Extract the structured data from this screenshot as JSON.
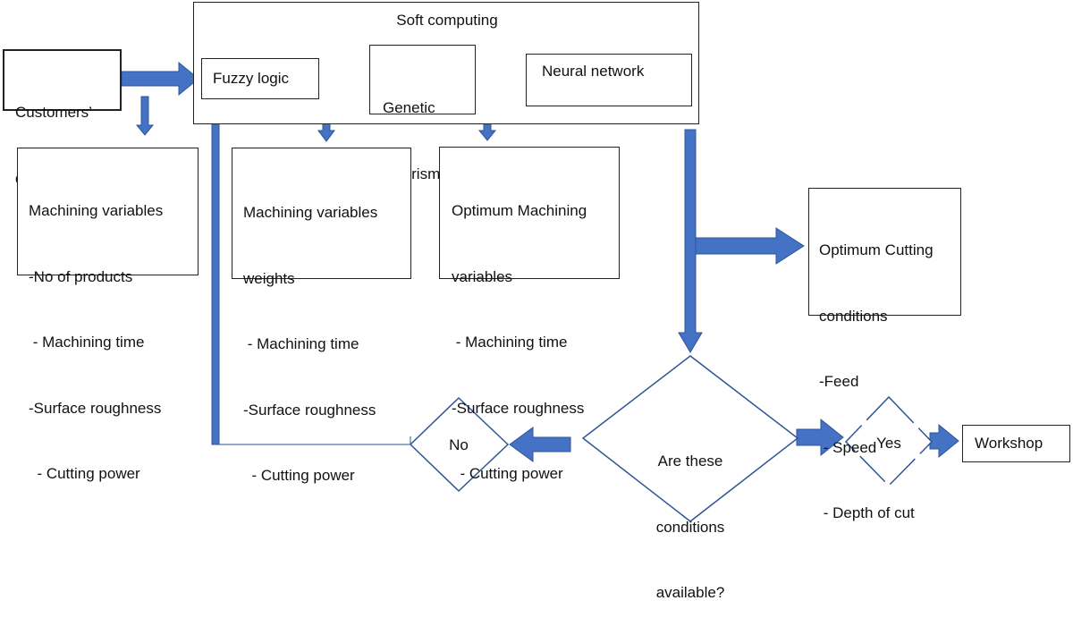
{
  "soft_computing": {
    "title": "Soft computing"
  },
  "customers": {
    "lines": [
      "Customers’",
      "demands"
    ]
  },
  "fuzzy": {
    "label": "Fuzzy logic"
  },
  "genetic": {
    "lines": [
      "Genetic",
      "algorism"
    ]
  },
  "neural": {
    "label": "Neural network"
  },
  "machining_variables": {
    "title": "Machining variables",
    "items": [
      "-No of products",
      " - Machining time",
      "-Surface roughness",
      "  - Cutting power"
    ]
  },
  "variable_weights": {
    "title_lines": [
      "Machining variables",
      "weights"
    ],
    "items": [
      " - Machining time",
      "-Surface roughness",
      "  - Cutting power"
    ]
  },
  "optimum_variables": {
    "title_lines": [
      "Optimum Machining",
      "variables"
    ],
    "items": [
      " - Machining time",
      "-Surface roughness",
      "  - Cutting power"
    ]
  },
  "cutting_conditions": {
    "title_lines": [
      "Optimum Cutting",
      "conditions"
    ],
    "items": [
      "-Feed",
      " - Speed",
      " - Depth of cut"
    ]
  },
  "decision": {
    "lines": [
      "Are these",
      "conditions",
      "available?"
    ]
  },
  "no": {
    "label": "No"
  },
  "yes": {
    "label": "Yes"
  },
  "workshop": {
    "label": "Workshop"
  },
  "colors": {
    "arrow_fill": "#4472c4",
    "arrow_stroke": "#2f5597",
    "border": "#222222",
    "diamond_border": "#2f5597"
  }
}
